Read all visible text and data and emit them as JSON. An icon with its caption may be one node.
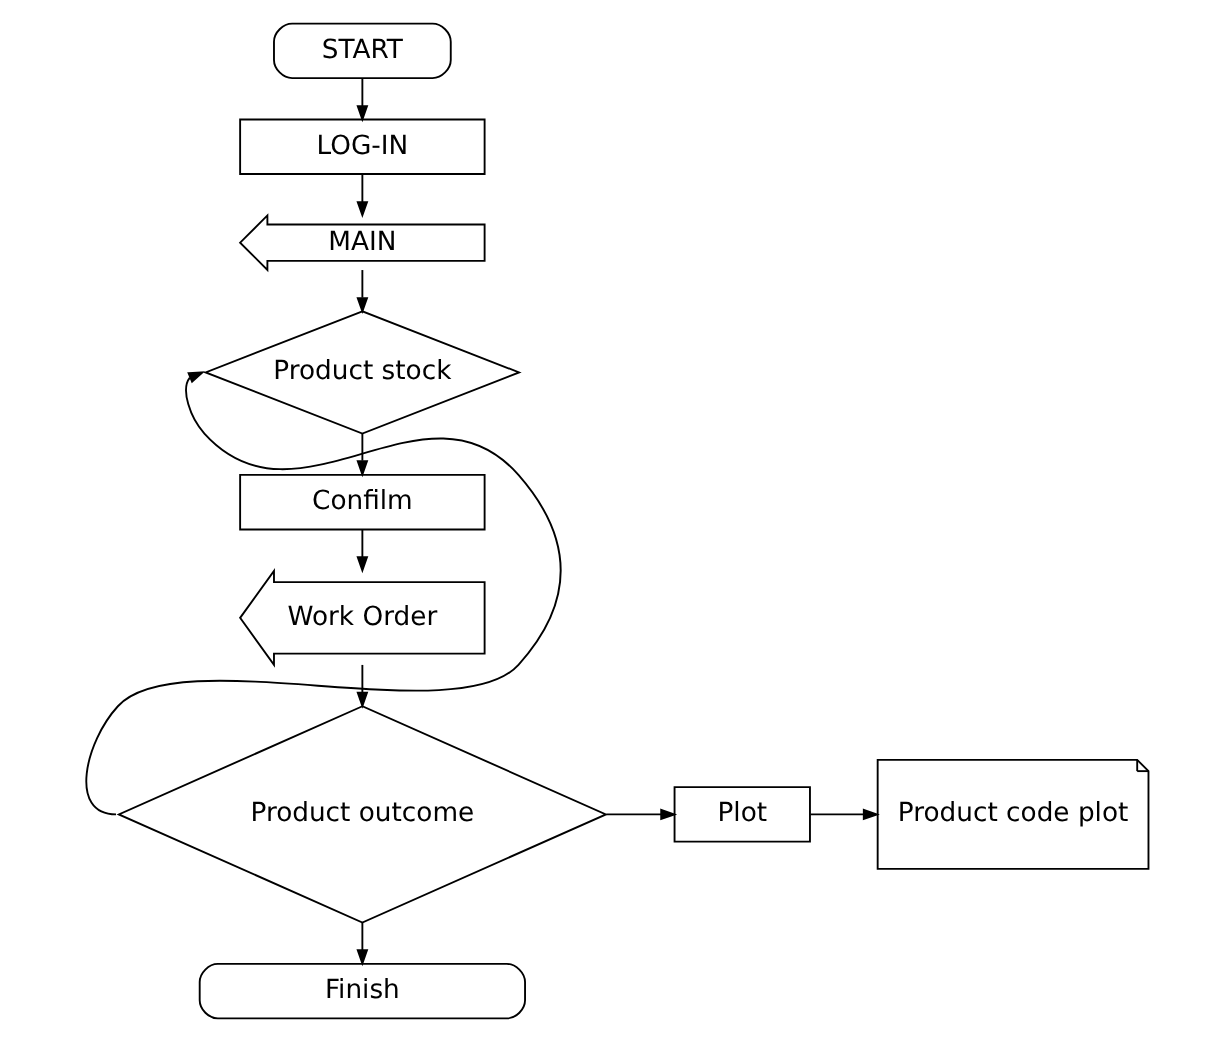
{
  "diagram": {
    "nodes": [
      {
        "text": [
          "START"
        ]
      },
      {
        "text": [
          "LOG-IN"
        ]
      },
      {
        "text": [
          "MAIN"
        ]
      },
      {
        "text": [
          "Product stock"
        ]
      },
      {
        "text": [
          "Confilm"
        ]
      },
      {
        "text": [
          "Work Order"
        ]
      },
      {
        "text": [
          "Product outcome"
        ]
      },
      {
        "text": [
          "Plot"
        ]
      },
      {
        "text": [
          "Product code plot"
        ]
      },
      {
        "text": [
          "Finish"
        ]
      }
    ],
    "edges": [
      {
        "from": 0,
        "to": 1,
        "arrow": "to"
      },
      {
        "from": 1,
        "to": 2,
        "arrow": "to"
      },
      {
        "from": 2,
        "to": 3,
        "arrow": "to"
      },
      {
        "from": 3,
        "to": 4,
        "arrow": "to"
      },
      {
        "from": 4,
        "to": 5,
        "arrow": "to"
      },
      {
        "from": 5,
        "to": 6,
        "arrow": "to"
      },
      {
        "from": 6,
        "to": 3,
        "arrow": "to"
      },
      {
        "from": 6,
        "to": 7,
        "arrow": "to"
      },
      {
        "from": 7,
        "to": 8,
        "arrow": "to"
      },
      {
        "from": 6,
        "to": 9,
        "arrow": "to"
      }
    ]
  }
}
